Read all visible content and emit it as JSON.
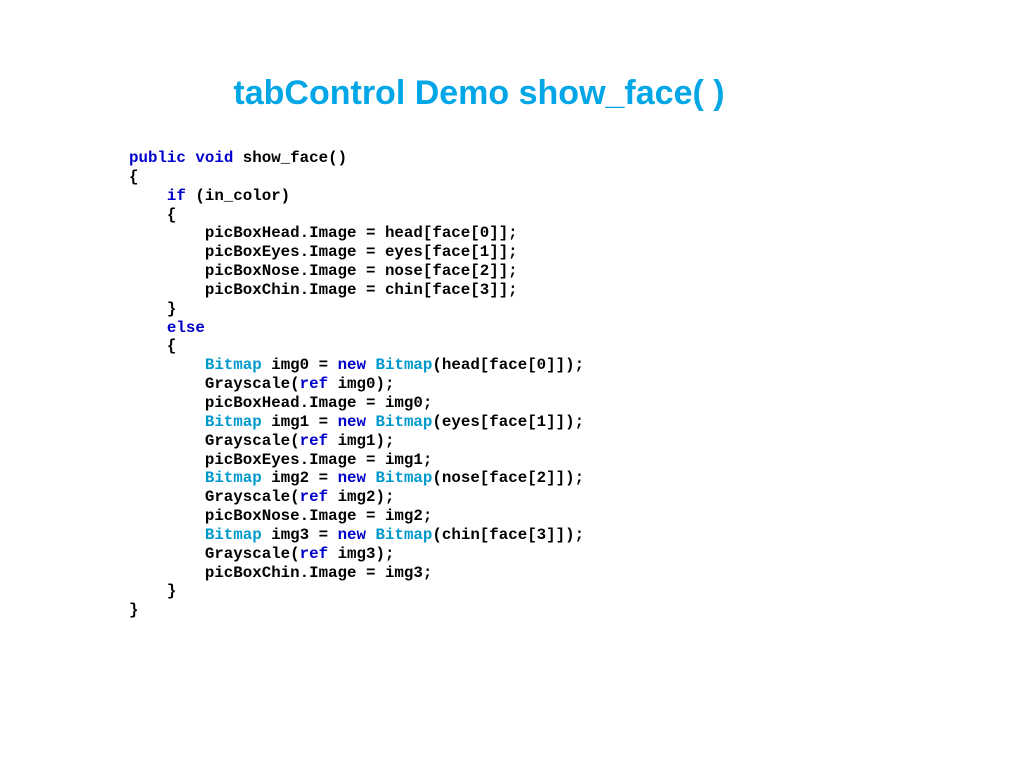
{
  "slide": {
    "title": "tabControl Demo show_face( )",
    "title_color": "#00a6e6"
  },
  "colors": {
    "keyword": "#0000cc",
    "type": "#0099cc",
    "text": "#000000"
  },
  "code": {
    "language": "csharp",
    "lines": [
      [
        {
          "t": "public",
          "k": "keyword"
        },
        {
          "t": " "
        },
        {
          "t": "void",
          "k": "keyword"
        },
        {
          "t": " show_face()"
        }
      ],
      [
        {
          "t": "{"
        }
      ],
      [
        {
          "t": "    "
        },
        {
          "t": "if",
          "k": "keyword"
        },
        {
          "t": " (in_color)"
        }
      ],
      [
        {
          "t": "    {"
        }
      ],
      [
        {
          "t": "        picBoxHead.Image = head[face[0]];"
        }
      ],
      [
        {
          "t": "        picBoxEyes.Image = eyes[face[1]];"
        }
      ],
      [
        {
          "t": "        picBoxNose.Image = nose[face[2]];"
        }
      ],
      [
        {
          "t": "        picBoxChin.Image = chin[face[3]];"
        }
      ],
      [
        {
          "t": "    }"
        }
      ],
      [
        {
          "t": "    "
        },
        {
          "t": "else",
          "k": "keyword"
        }
      ],
      [
        {
          "t": "    {"
        }
      ],
      [
        {
          "t": "        "
        },
        {
          "t": "Bitmap",
          "k": "type"
        },
        {
          "t": " img0 = "
        },
        {
          "t": "new",
          "k": "keyword"
        },
        {
          "t": " "
        },
        {
          "t": "Bitmap",
          "k": "type"
        },
        {
          "t": "(head[face[0]]);"
        }
      ],
      [
        {
          "t": "        Grayscale("
        },
        {
          "t": "ref",
          "k": "keyword"
        },
        {
          "t": " img0);"
        }
      ],
      [
        {
          "t": "        picBoxHead.Image = img0;"
        }
      ],
      [
        {
          "t": "        "
        },
        {
          "t": "Bitmap",
          "k": "type"
        },
        {
          "t": " img1 = "
        },
        {
          "t": "new",
          "k": "keyword"
        },
        {
          "t": " "
        },
        {
          "t": "Bitmap",
          "k": "type"
        },
        {
          "t": "(eyes[face[1]]);"
        }
      ],
      [
        {
          "t": "        Grayscale("
        },
        {
          "t": "ref",
          "k": "keyword"
        },
        {
          "t": " img1);"
        }
      ],
      [
        {
          "t": "        picBoxEyes.Image = img1;"
        }
      ],
      [
        {
          "t": "        "
        },
        {
          "t": "Bitmap",
          "k": "type"
        },
        {
          "t": " img2 = "
        },
        {
          "t": "new",
          "k": "keyword"
        },
        {
          "t": " "
        },
        {
          "t": "Bitmap",
          "k": "type"
        },
        {
          "t": "(nose[face[2]]);"
        }
      ],
      [
        {
          "t": "        Grayscale("
        },
        {
          "t": "ref",
          "k": "keyword"
        },
        {
          "t": " img2);"
        }
      ],
      [
        {
          "t": "        picBoxNose.Image = img2;"
        }
      ],
      [
        {
          "t": "        "
        },
        {
          "t": "Bitmap",
          "k": "type"
        },
        {
          "t": " img3 = "
        },
        {
          "t": "new",
          "k": "keyword"
        },
        {
          "t": " "
        },
        {
          "t": "Bitmap",
          "k": "type"
        },
        {
          "t": "(chin[face[3]]);"
        }
      ],
      [
        {
          "t": "        Grayscale("
        },
        {
          "t": "ref",
          "k": "keyword"
        },
        {
          "t": " img3);"
        }
      ],
      [
        {
          "t": "        picBoxChin.Image = img3;"
        }
      ],
      [
        {
          "t": "    }"
        }
      ],
      [
        {
          "t": "}"
        }
      ]
    ]
  }
}
